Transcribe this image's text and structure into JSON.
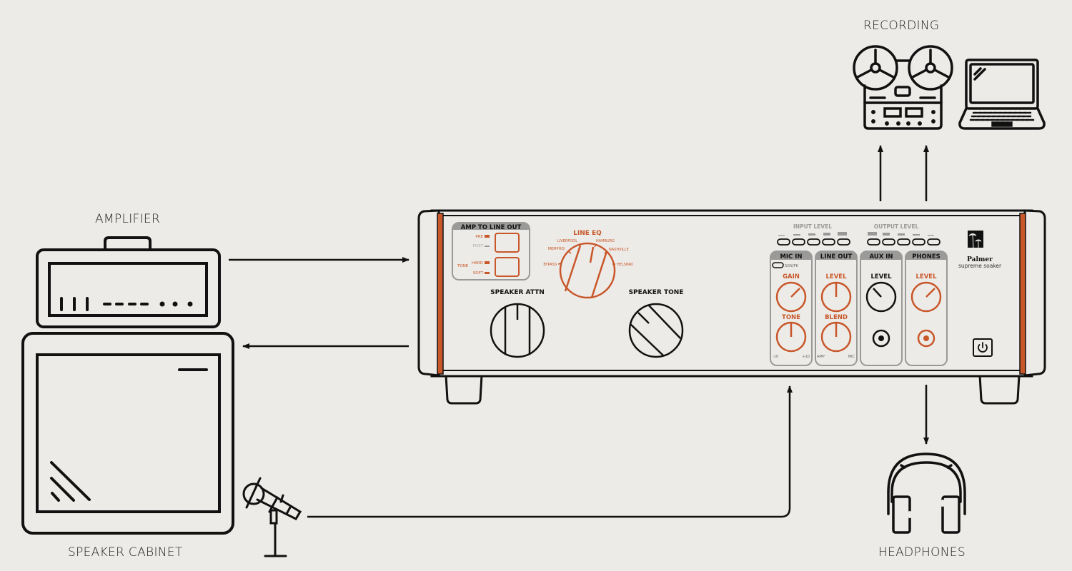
{
  "labels": {
    "amplifier": "AMPLIFIER",
    "speaker_cabinet": "SPEAKER CABINET",
    "recording": "RECORDING",
    "headphones": "HEADPHONES"
  },
  "device": {
    "brand": "Palmer",
    "model": "supreme soaker",
    "amp_to_line_out": {
      "title": "AMP TO LINE OUT",
      "switch1_options": [
        "PRE",
        "POST"
      ],
      "switch2_group": "TONE",
      "switch2_options": [
        "HARD",
        "SOFT"
      ]
    },
    "line_eq": {
      "title": "LINE EQ",
      "positions": [
        "BYPASS",
        "MEMPHIS",
        "LIVERPOOL",
        "HAMBURG",
        "NASHVILLE",
        "HELSINKI"
      ]
    },
    "speaker_attn": "SPEAKER ATTN",
    "speaker_tone": "SPEAKER TONE",
    "input_level": "INPUT LEVEL",
    "output_level": "OUTPUT LEVEL",
    "mic_in": {
      "title": "MIC IN",
      "sgn_pk": "SGN/PK",
      "gain": "GAIN",
      "tone": "TONE",
      "tone_min": "-10",
      "tone_max": "+10"
    },
    "line_out": {
      "title": "LINE OUT",
      "level": "LEVEL",
      "blend": "BLEND",
      "blend_min": "AMP",
      "blend_max": "MIC"
    },
    "aux_in": {
      "title": "AUX IN",
      "level": "LEVEL"
    },
    "phones": {
      "title": "PHONES",
      "level": "LEVEL"
    }
  },
  "colors": {
    "accent": "#c8572a",
    "background": "#edebe7",
    "stroke": "#111111",
    "muted": "#9a9a98"
  }
}
